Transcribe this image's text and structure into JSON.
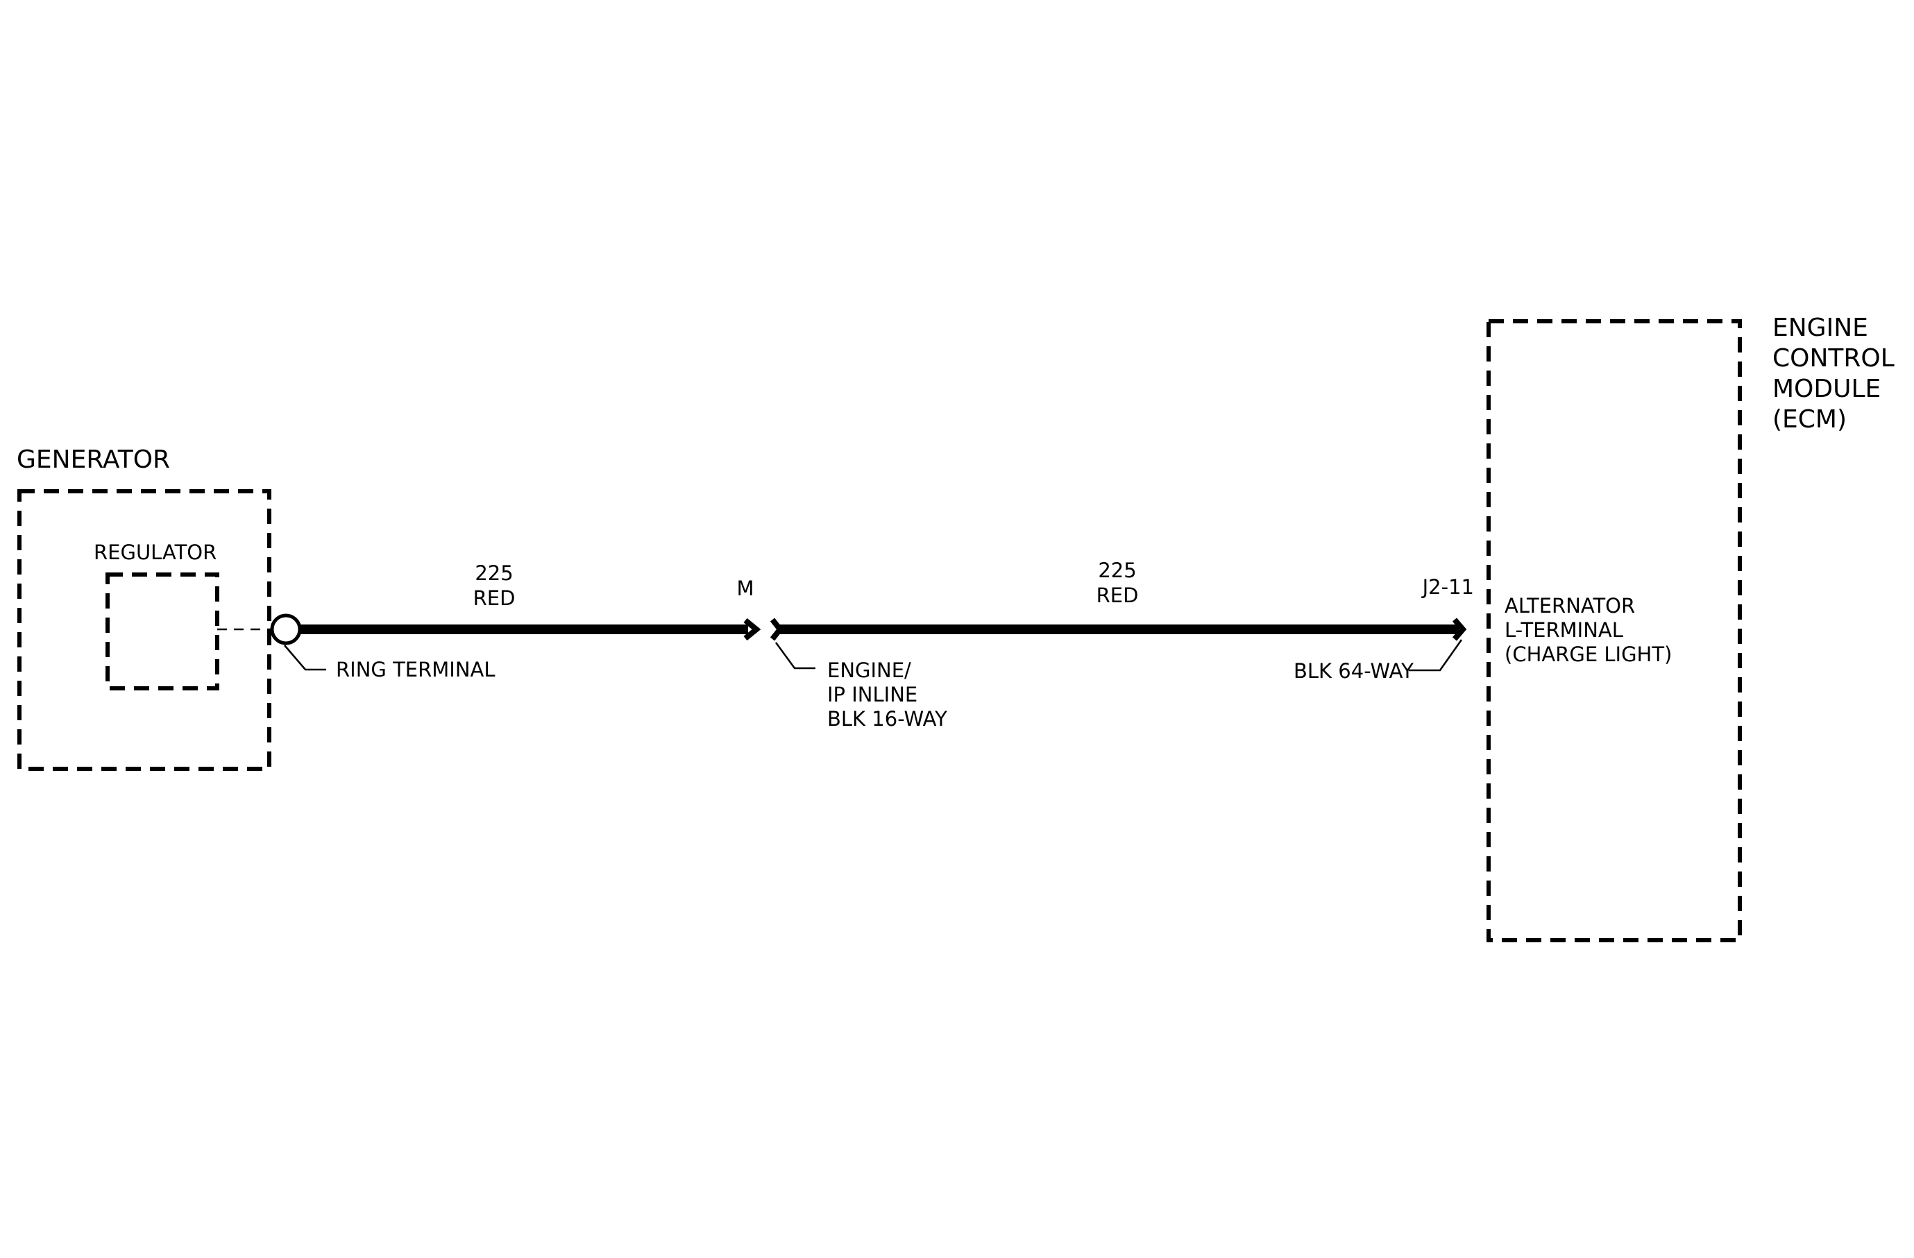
{
  "generator": {
    "title": "GENERATOR",
    "regulator_label": "REGULATOR",
    "ring_terminal_label": "RING TERMINAL"
  },
  "wire_segment_1": {
    "circuit": "225",
    "color": "RED"
  },
  "inline_connector": {
    "pin": "M",
    "name_line1": "ENGINE/",
    "name_line2": "IP INLINE",
    "name_line3": "BLK 16-WAY"
  },
  "wire_segment_2": {
    "circuit": "225",
    "color": "RED"
  },
  "ecm_connector": {
    "pin": "J2-11",
    "name": "BLK 64-WAY"
  },
  "ecm": {
    "title_line1": "ENGINE",
    "title_line2": "CONTROL",
    "title_line3": "MODULE",
    "title_line4": "(ECM)",
    "input_line1": "ALTERNATOR",
    "input_line2": "L-TERMINAL",
    "input_line3": "(CHARGE LIGHT)"
  },
  "colors": {
    "ink": "#000000",
    "background": "#ffffff"
  }
}
